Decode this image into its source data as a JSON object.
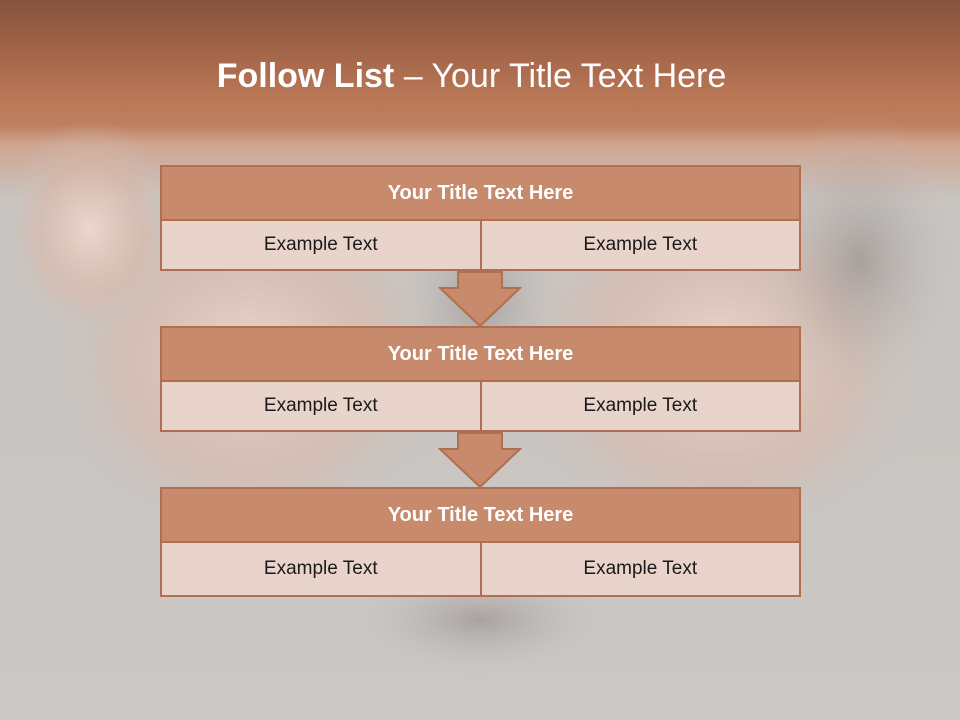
{
  "slide": {
    "title_bold": "Follow List",
    "title_rest": " – Your Title Text Here"
  },
  "blocks": [
    {
      "title": "Your Title Text Here",
      "left": "Example Text",
      "right": "Example Text"
    },
    {
      "title": "Your Title Text Here",
      "left": "Example Text",
      "right": "Example Text"
    },
    {
      "title": "Your Title Text Here",
      "left": "Example Text",
      "right": "Example Text"
    }
  ],
  "colors": {
    "header_dark": "#86533c",
    "header_accent": "#bf7f5f",
    "title_fill": "#c88a6c",
    "cell_fill": "#e9d4cc",
    "border": "#b16e50"
  }
}
